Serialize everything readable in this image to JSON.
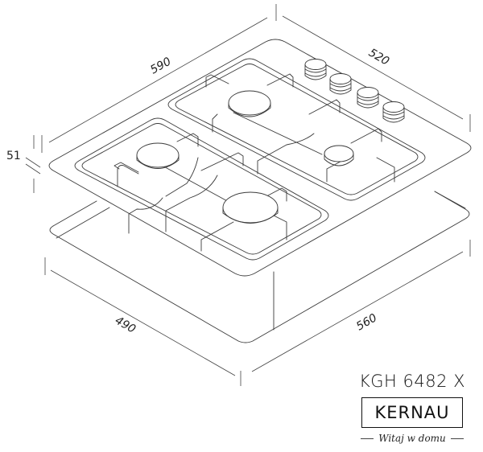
{
  "diagram": {
    "subject": "Gas hob isometric dimension drawing",
    "dimensions": {
      "top_width": "590",
      "top_depth": "520",
      "height": "51",
      "cutout_depth": "490",
      "cutout_width": "560"
    },
    "burners": 4,
    "control_knobs": 4
  },
  "brand": {
    "model": "KGH 6482 X",
    "logo": "KERNAU",
    "tagline": "Witaj w domu"
  },
  "colors": {
    "line": "#3a3a3a",
    "text": "#111111",
    "background": "#ffffff"
  }
}
